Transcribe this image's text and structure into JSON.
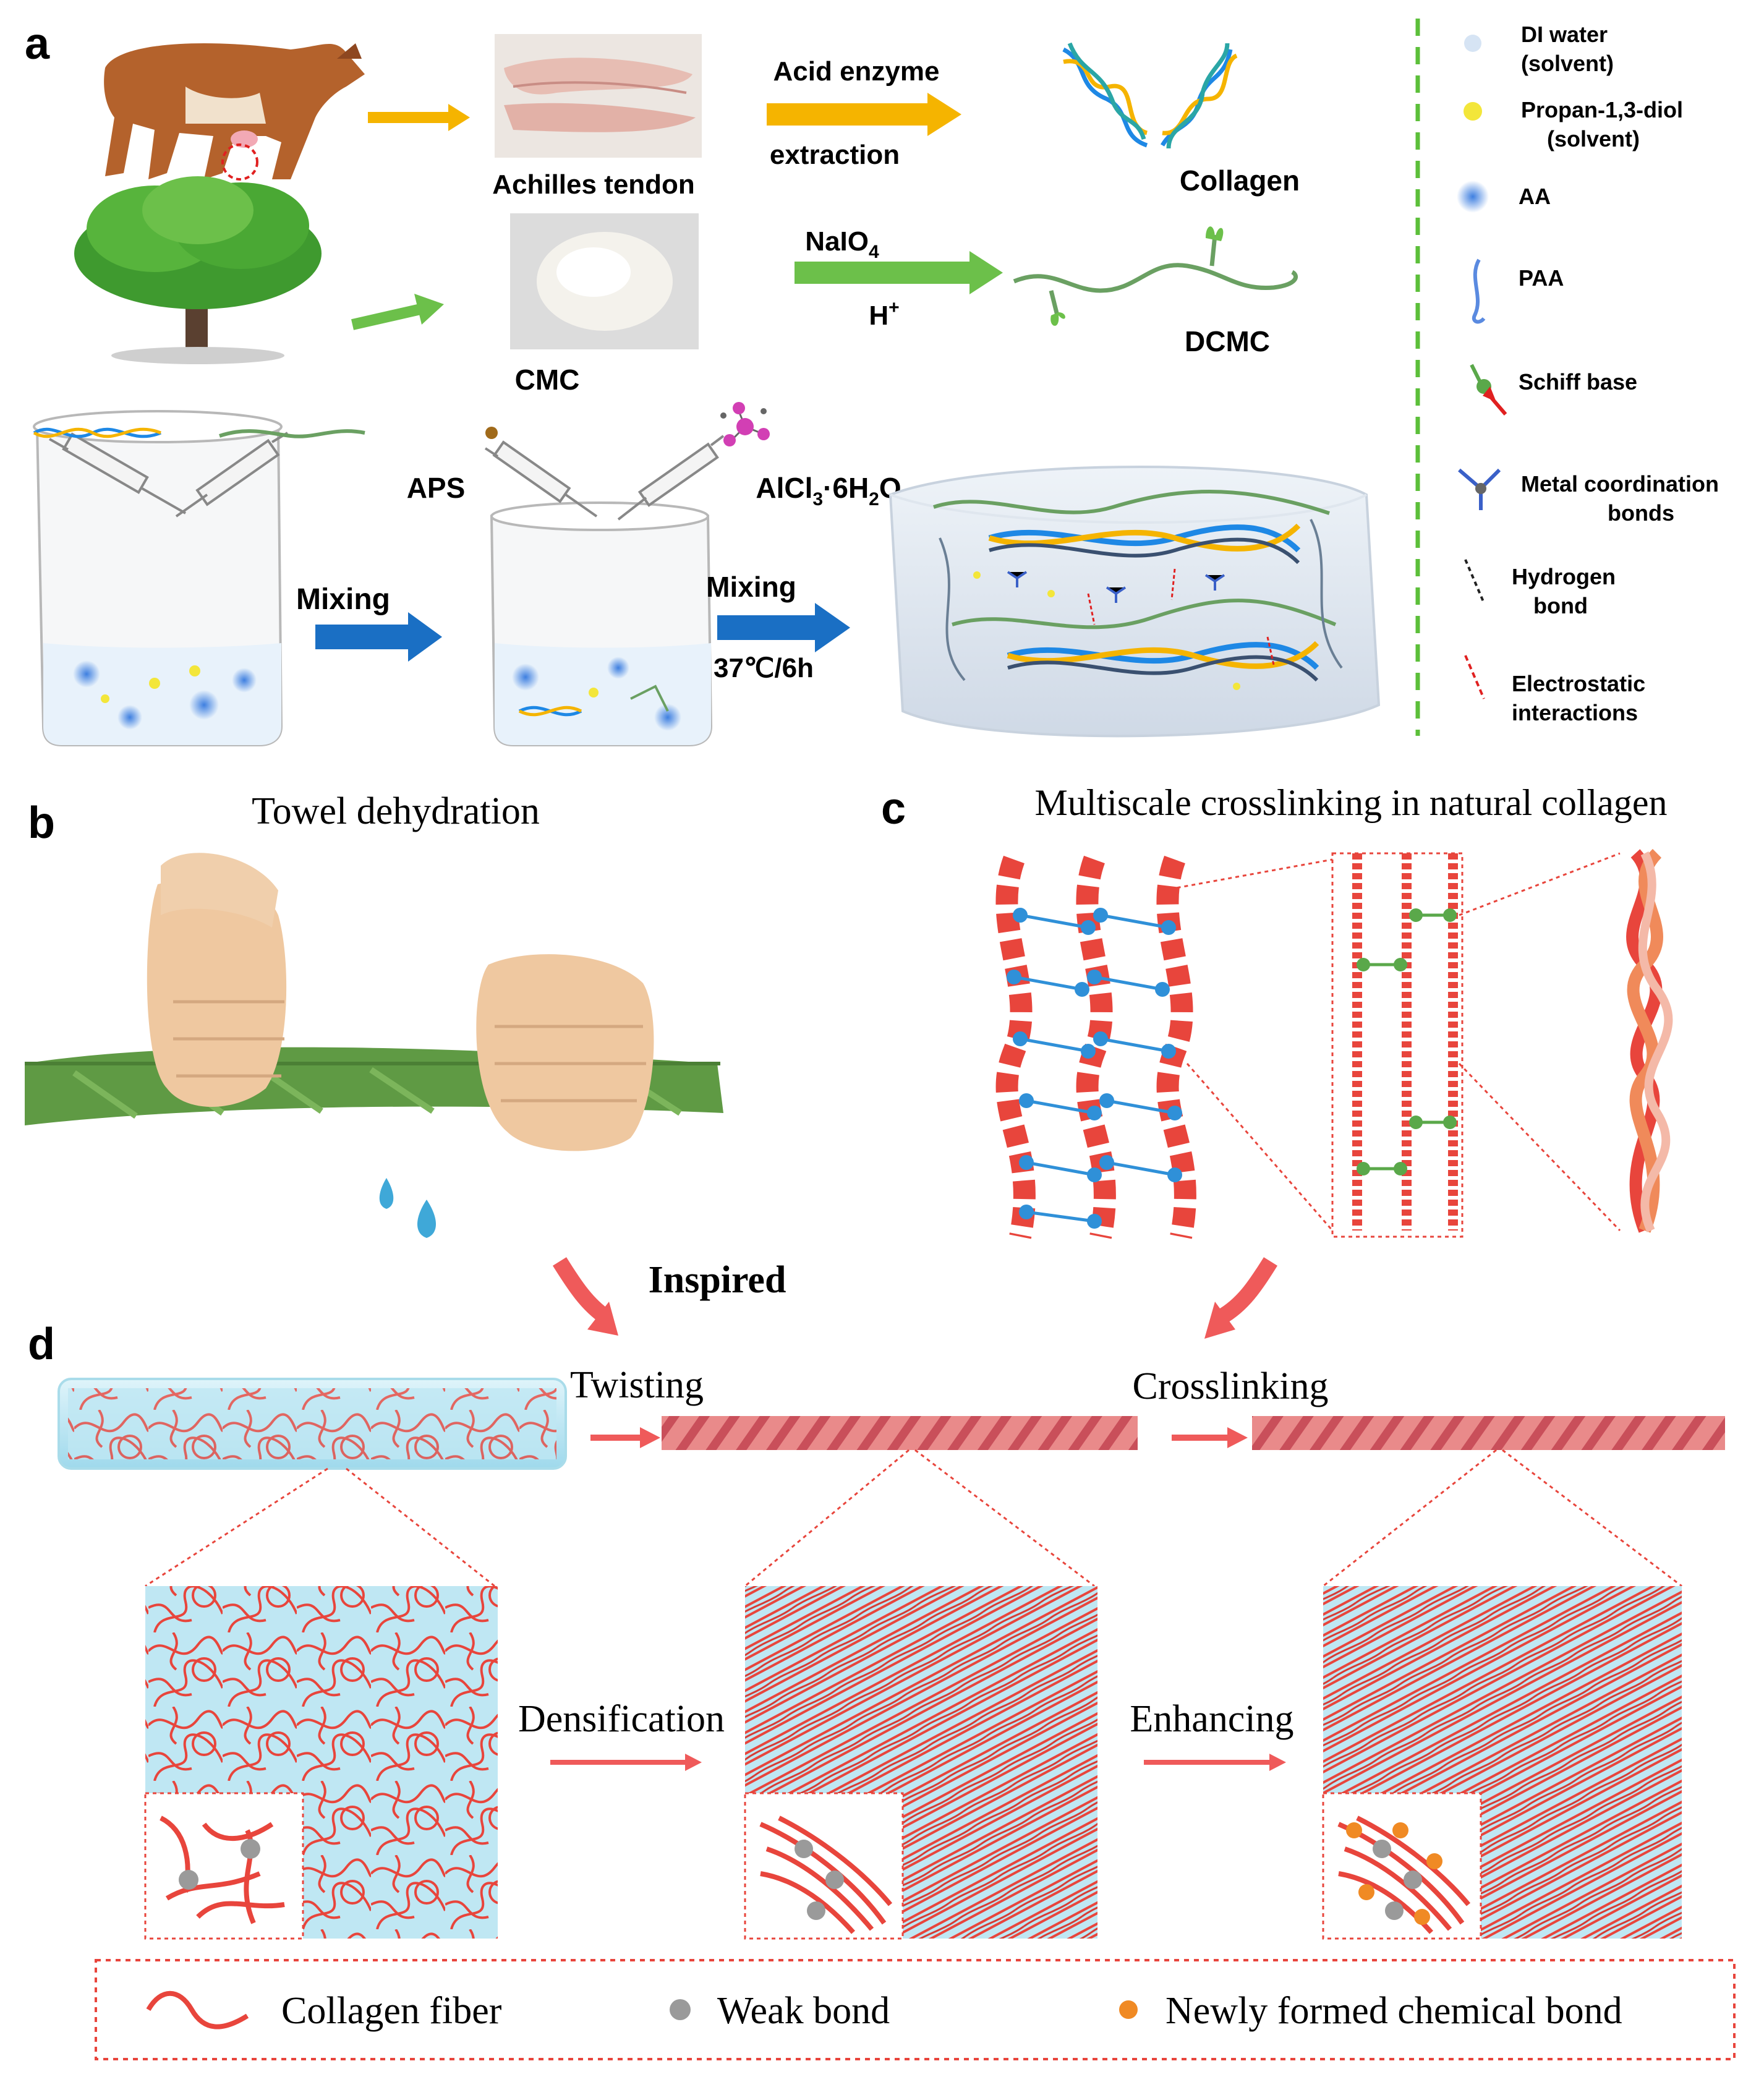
{
  "colors": {
    "orange_arrow": "#f5b400",
    "green_arrow": "#6cc04a",
    "blue_arrow": "#1a6fc4",
    "pink_arrow": "#ef5a5a",
    "collagen_red": "#e8453c",
    "gel_blue": "#bfe7f3",
    "divider_green": "#5cbf3a",
    "weak_bond": "#9a9a9a",
    "new_bond": "#f08a24",
    "schiff_green": "#5aa84a",
    "hbond_blue": "#2f90d8"
  },
  "panel_a": {
    "label": "a",
    "tendon_label": "Achilles  tendon",
    "step1_top": "Acid enzyme",
    "step1_bottom": "extraction",
    "product1": "Collagen",
    "cmc_label": "CMC",
    "step2_top": "NaIO",
    "step2_top_sub": "4",
    "step2_bottom": "H",
    "step2_bottom_sup": "+",
    "product2": "DCMC",
    "aps_label": "APS",
    "alcl_main": "AlCl",
    "alcl_sub1": "3",
    "alcl_mid": "·6H",
    "alcl_sub2": "2",
    "alcl_end": "O",
    "mixing1": "Mixing",
    "mixing2": "Mixing",
    "condition": "37℃/6h"
  },
  "legend_a": [
    {
      "icon": "water-dot-icon",
      "lines": [
        "DI water",
        "(solvent)"
      ]
    },
    {
      "icon": "diol-dot-icon",
      "lines": [
        "Propan-1,3-diol",
        "(solvent)"
      ]
    },
    {
      "icon": "aa-dot-icon",
      "lines": [
        "AA"
      ]
    },
    {
      "icon": "paa-chain-icon",
      "lines": [
        "PAA"
      ]
    },
    {
      "icon": "schiff-base-icon",
      "lines": [
        "Schiff base"
      ]
    },
    {
      "icon": "metal-coordination-icon",
      "lines": [
        "Metal coordination",
        "bonds"
      ]
    },
    {
      "icon": "hydrogen-bond-icon",
      "lines": [
        "Hydrogen",
        "bond"
      ]
    },
    {
      "icon": "electrostatic-icon",
      "lines": [
        "Electrostatic",
        "interactions"
      ]
    }
  ],
  "panel_b": {
    "label": "b",
    "title": "Towel dehydration"
  },
  "panel_c": {
    "label": "c",
    "title": "Multiscale crosslinking in natural collagen"
  },
  "inspired": "Inspired",
  "panel_d": {
    "label": "d",
    "twisting": "Twisting",
    "crosslinking": "Crosslinking",
    "densification": "Densification",
    "enhancing": "Enhancing"
  },
  "legend_d": {
    "fiber": "Collagen fiber",
    "weak": "Weak bond",
    "new_bond": "Newly formed chemical bond"
  }
}
